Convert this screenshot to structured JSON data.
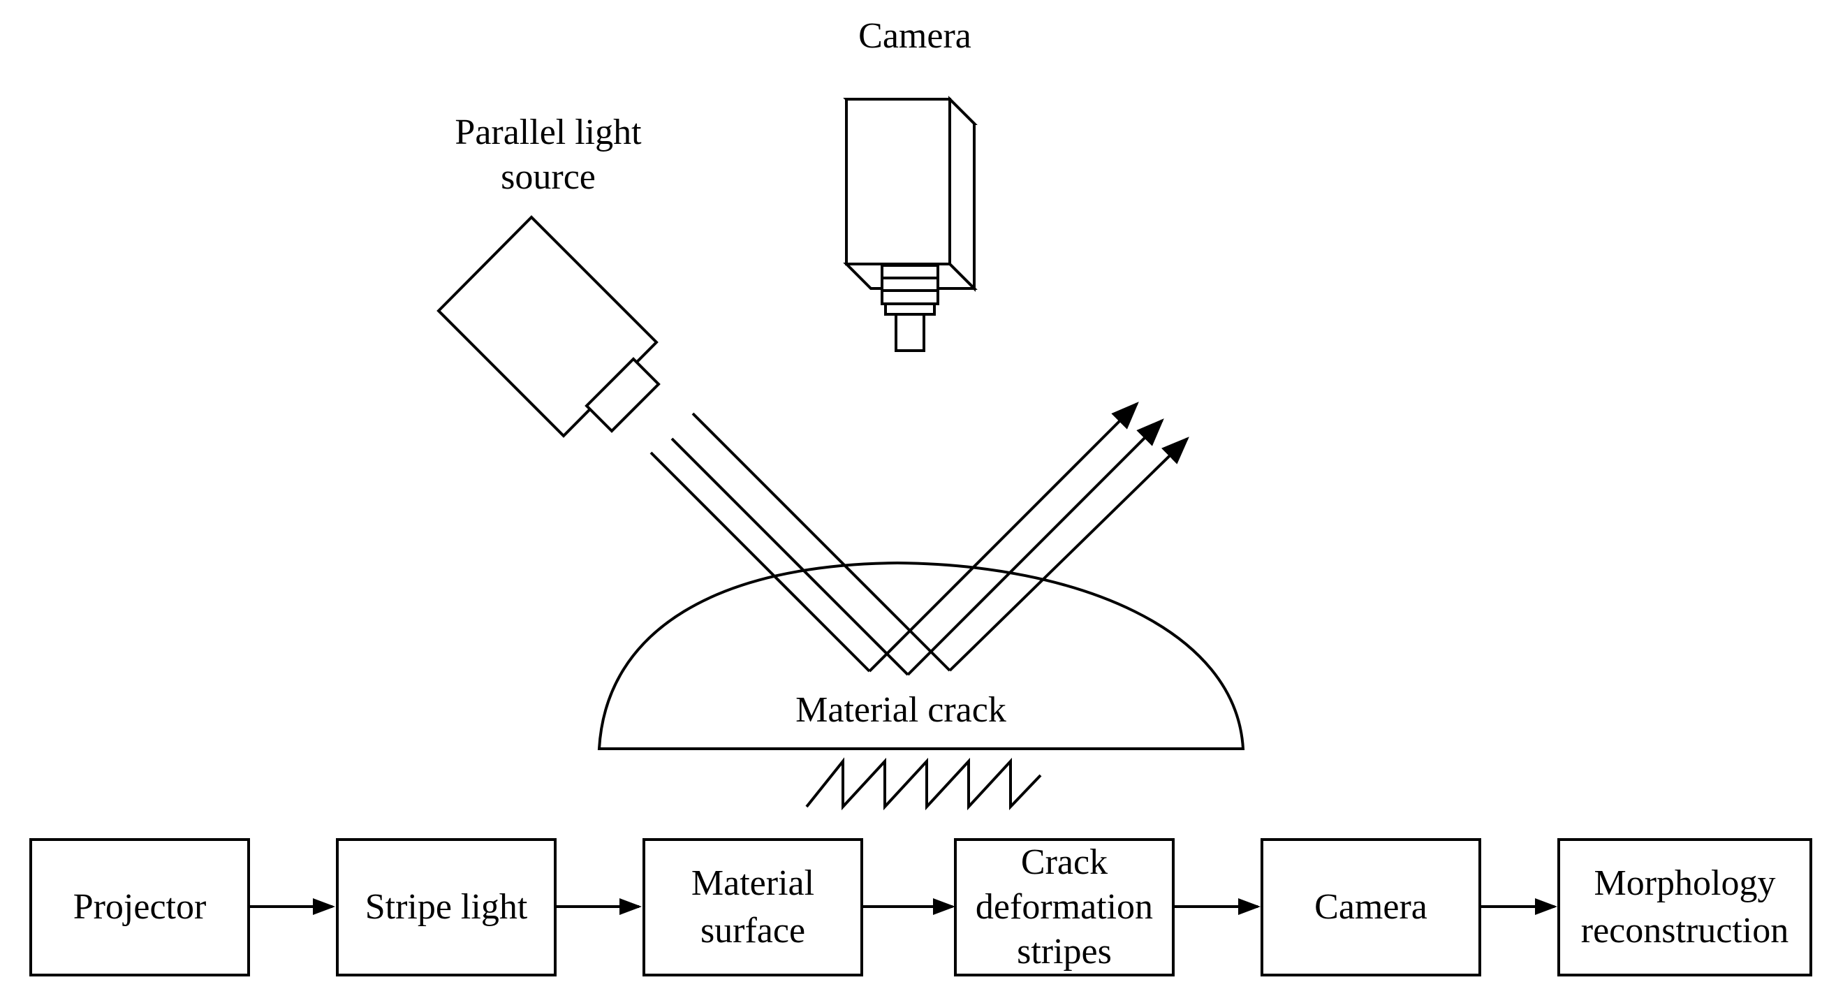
{
  "labels": {
    "camera_top": "Camera",
    "light_source_line1": "Parallel light",
    "light_source_line2": "source",
    "material_crack": "Material crack"
  },
  "flow": [
    {
      "lines": [
        "Projector"
      ]
    },
    {
      "lines": [
        "Stripe light"
      ]
    },
    {
      "lines": [
        "Material",
        "surface"
      ]
    },
    {
      "lines": [
        "Crack",
        "deformation",
        "stripes"
      ]
    },
    {
      "lines": [
        "Camera"
      ]
    },
    {
      "lines": [
        "Morphology",
        "reconstruction"
      ]
    }
  ],
  "colors": {
    "stroke": "#000000",
    "background": "#ffffff"
  }
}
